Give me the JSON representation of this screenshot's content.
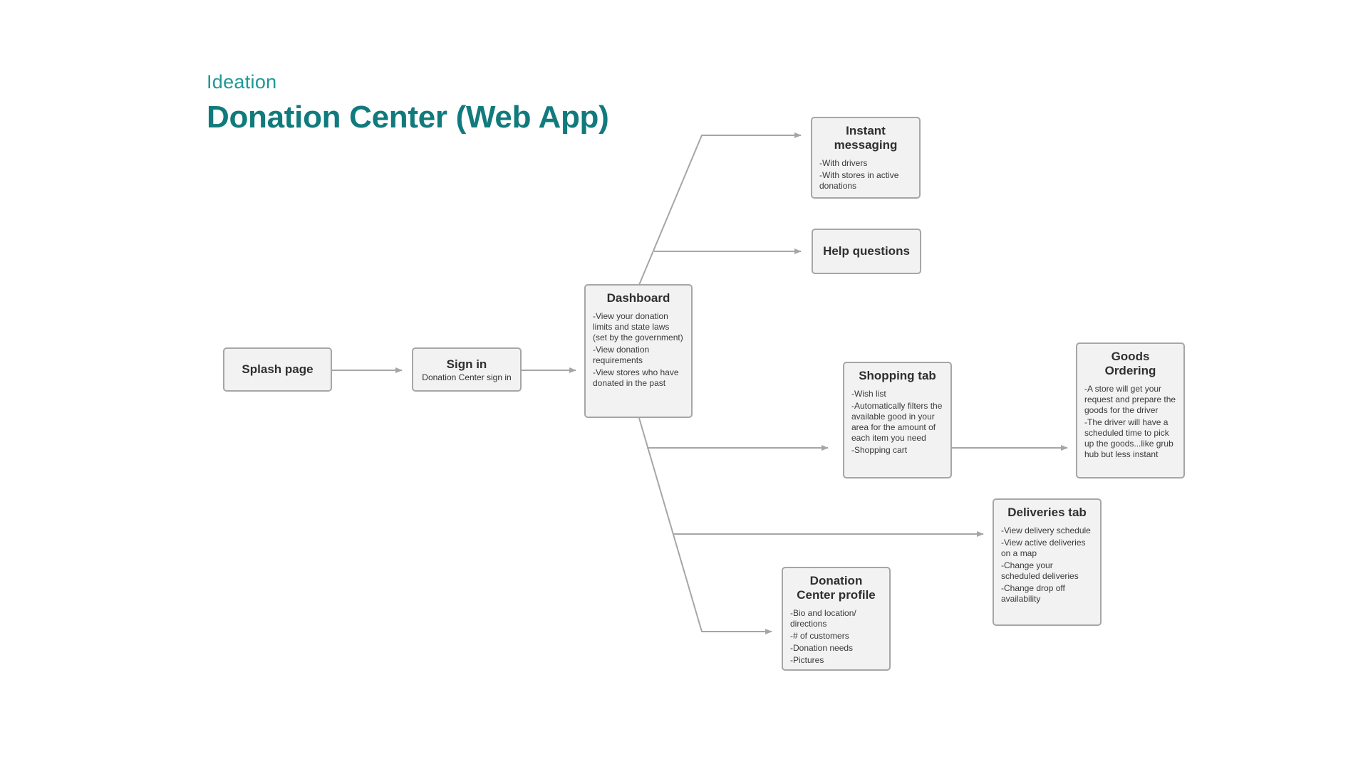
{
  "header": {
    "eyebrow": "Ideation",
    "title": "Donation Center (Web App)"
  },
  "colors": {
    "accent": "#117a7c",
    "accent_light": "#1f9896",
    "node_fill": "#f2f2f2",
    "node_border": "#a6a6a6",
    "connector": "#a6a6a6"
  },
  "nodes": {
    "splash": {
      "title": "Splash page"
    },
    "signin": {
      "title": "Sign in",
      "subtitle": "Donation Center sign in"
    },
    "dashboard": {
      "title": "Dashboard",
      "items": [
        "-View your donation limits and state laws (set by the government)",
        "-View donation requirements",
        "-View stores who have donated in the past"
      ]
    },
    "messaging": {
      "title": "Instant messaging",
      "items": [
        "-With drivers",
        "-With stores in active donations"
      ]
    },
    "help": {
      "title": "Help questions"
    },
    "shopping": {
      "title": "Shopping tab",
      "items": [
        "-Wish list",
        "-Automatically filters the available good in your area for the amount of each item you need",
        "-Shopping cart"
      ]
    },
    "goods": {
      "title": "Goods Ordering",
      "items": [
        "-A store will get your request and prepare the goods for the driver",
        "-The driver will have a scheduled time to pick up the goods...like grub hub but less instant"
      ]
    },
    "deliveries": {
      "title": "Deliveries tab",
      "items": [
        "-View delivery schedule",
        "-View active deliveries on a map",
        "-Change your scheduled deliveries",
        "-Change drop off availability"
      ]
    },
    "profile": {
      "title": "Donation Center profile",
      "items": [
        "-Bio and location/ directions",
        "-# of customers",
        "-Donation needs",
        "-Pictures"
      ]
    }
  }
}
